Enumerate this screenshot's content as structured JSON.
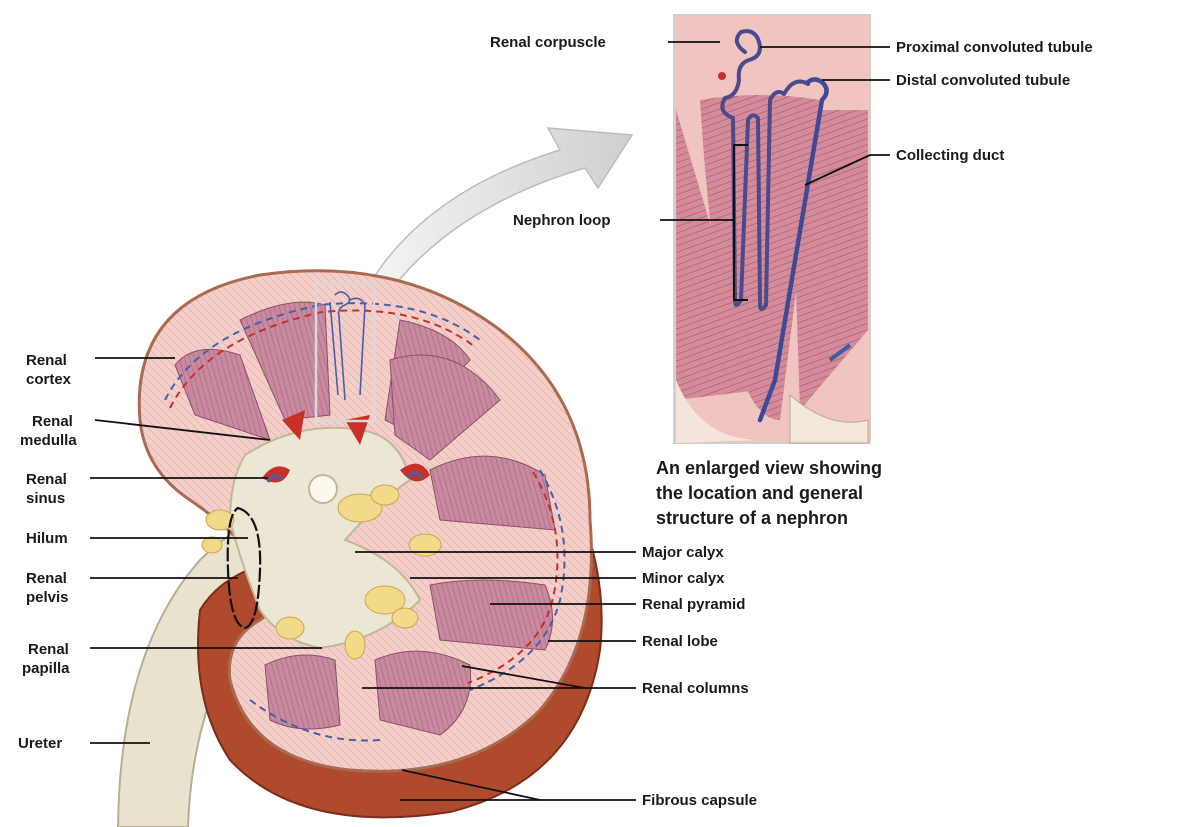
{
  "labels": {
    "renal_cortex": [
      "Renal",
      "cortex"
    ],
    "renal_medulla": [
      "Renal",
      "medulla"
    ],
    "renal_sinus": [
      "Renal",
      "sinus"
    ],
    "hilum": "Hilum",
    "renal_pelvis": [
      "Renal",
      "pelvis"
    ],
    "renal_papilla": [
      "Renal",
      "papilla"
    ],
    "ureter": "Ureter",
    "renal_corpuscle": "Renal corpuscle",
    "nephron_loop": "Nephron loop",
    "proximal_convoluted_tubule": "Proximal convoluted tubule",
    "distal_convoluted_tubule": "Distal convoluted tubule",
    "collecting_duct": "Collecting duct",
    "major_calyx": "Major calyx",
    "minor_calyx": "Minor calyx",
    "renal_pyramid": "Renal pyramid",
    "renal_lobe": "Renal lobe",
    "renal_columns": "Renal columns",
    "fibrous_capsule": "Fibrous capsule"
  },
  "caption": [
    "An enlarged view showing",
    "the location and general",
    "structure of a nephron"
  ],
  "colors": {
    "cortex": "#f2c9c4",
    "pyramid": "#c98aa0",
    "capsule_brown": "#b24a2a",
    "sinus": "#ece6d4",
    "fat": "#f4dc8a",
    "vein_blue": "#4a5fa8",
    "artery_red": "#c8302a",
    "ureter": "#e6e0cc",
    "arrow": "#e2e2e2"
  }
}
